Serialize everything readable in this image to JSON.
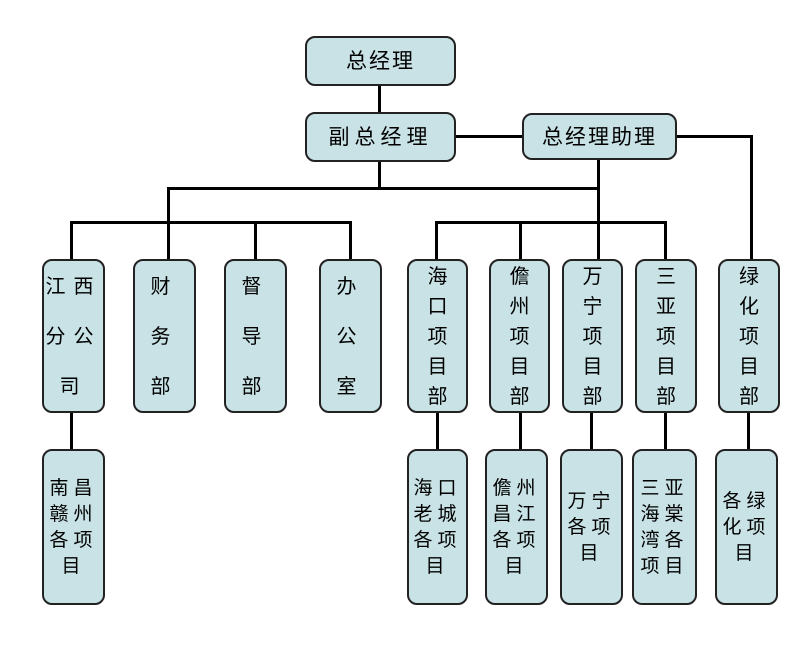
{
  "style": {
    "page_background": "#ffffff",
    "node_fill": "#c8e2e6",
    "node_border": "#222222",
    "connector_color": "#000000",
    "text_color": "#000000"
  },
  "nodes": {
    "gm": {
      "lines": [
        "总经理"
      ]
    },
    "dgm": {
      "lines": [
        "副总经理"
      ]
    },
    "assistant": {
      "lines": [
        "总经理助理"
      ]
    },
    "jiangxi_branch": {
      "lines": [
        "江西",
        "分公",
        "司"
      ]
    },
    "finance": {
      "lines": [
        "财",
        "务",
        "部"
      ]
    },
    "supervision": {
      "lines": [
        "督",
        "导",
        "部"
      ]
    },
    "office": {
      "lines": [
        "办",
        "公",
        "室"
      ]
    },
    "haikou_dept": {
      "lines": [
        "海",
        "口",
        "项",
        "目",
        "部"
      ]
    },
    "danzhou_dept": {
      "lines": [
        "儋",
        "州",
        "项",
        "目",
        "部"
      ]
    },
    "wanning_dept": {
      "lines": [
        "万",
        "宁",
        "项",
        "目",
        "部"
      ]
    },
    "sanya_dept": {
      "lines": [
        "三",
        "亚",
        "项",
        "目",
        "部"
      ]
    },
    "greening_dept": {
      "lines": [
        "绿",
        "化",
        "项",
        "目",
        "部"
      ]
    },
    "nanchang_ganzhou": {
      "lines": [
        "南昌",
        "赣州",
        "各项",
        "目"
      ]
    },
    "haikou_laocheng": {
      "lines": [
        "海口",
        "老城",
        "各项",
        "目"
      ]
    },
    "danzhou_changjiang": {
      "lines": [
        "儋州",
        "昌江",
        "各项",
        "目"
      ]
    },
    "wanning_projects": {
      "lines": [
        "万宁",
        "各项",
        "目"
      ]
    },
    "sanya_haitangwan": {
      "lines": [
        "三亚",
        "海棠",
        "湾各",
        "项目"
      ]
    },
    "greening_projects": {
      "lines": [
        "各绿",
        "化项",
        "目"
      ]
    }
  }
}
